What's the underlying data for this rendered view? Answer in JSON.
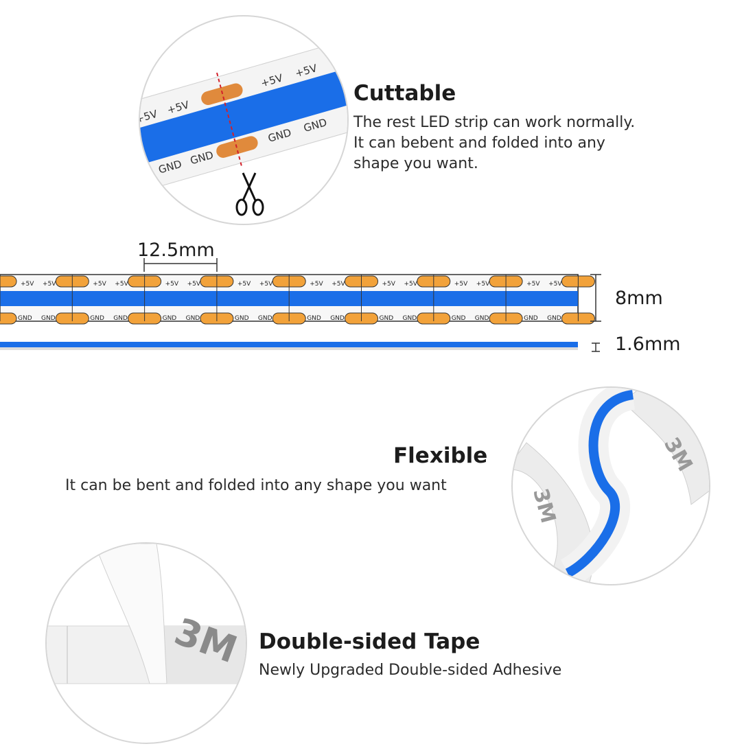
{
  "features": {
    "cuttable": {
      "title": "Cuttable",
      "lines": [
        "The rest LED strip can work normally.",
        "It can bebent and folded into any",
        "shape you want."
      ]
    },
    "flexible": {
      "title": "Flexible",
      "description": "It can be bent and folded into any shape you want"
    },
    "tape": {
      "title": "Double-sided Tape",
      "description": "Newly Upgraded Double-sided Adhesive"
    }
  },
  "strip": {
    "pad_pitch": "12.5mm",
    "width": "8mm",
    "thickness": "1.6mm",
    "label_top": "+5V",
    "label_bottom": "GND",
    "segments": 8
  },
  "tape_brand": "3M",
  "colors": {
    "led_blue": "#1a6ee8",
    "copper_pad": "#f2a23a",
    "cut_line": "#d3202a"
  }
}
